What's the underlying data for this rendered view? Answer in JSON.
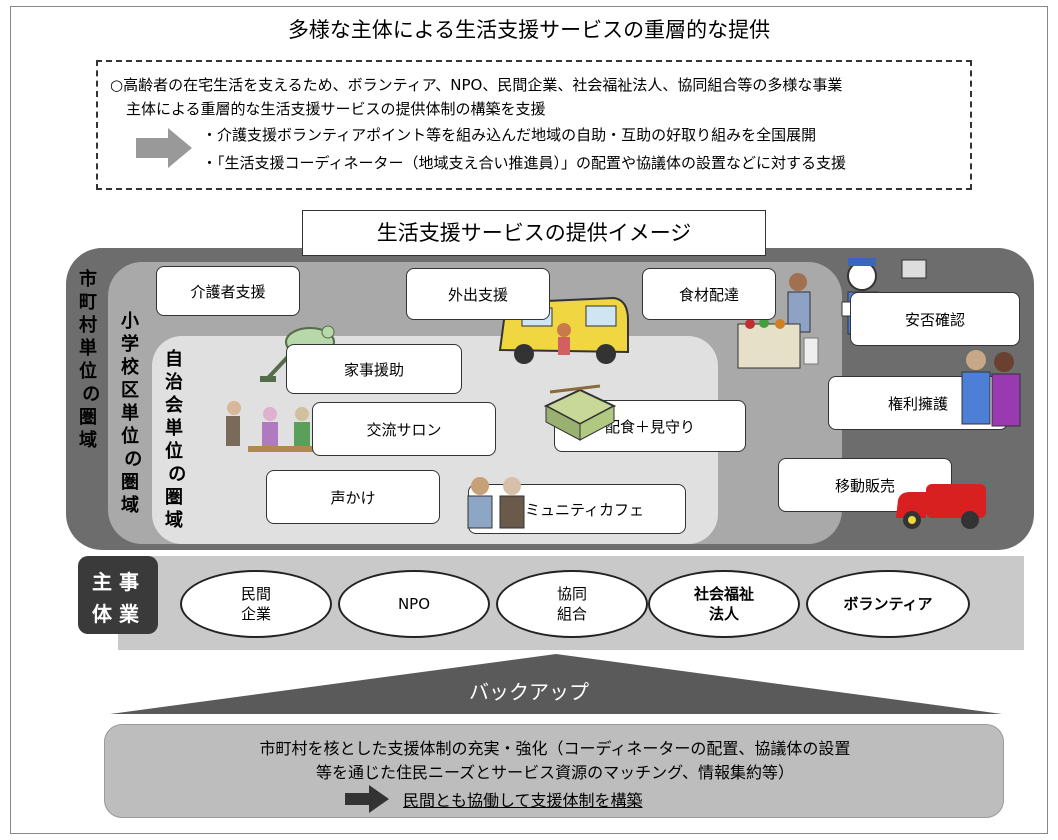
{
  "title": "多様な主体による生活支援サービスの重層的な提供",
  "intro": {
    "line1": "○高齢者の在宅生活を支えるため、ボランティア、NPO、民間企業、社会福祉法人、協同組合等の多様な事業",
    "line2": "主体による重層的な生活支援サービスの提供体制の構築を支援",
    "bullet1": "・介護支援ボランティアポイント等を組み込んだ地域の自助・互助の好取り組みを全国展開",
    "bullet2": "・「生活支援コーディネーター（地域支え合い推進員）」の配置や協議体の設置などに対する支援"
  },
  "image_title": "生活支援サービスの提供イメージ",
  "areas": {
    "city": "市\n町\n村\n単\n位\n の\n圏\n域",
    "school": "小\n学\n校\n区\n単\n位\n の\n圏\n域",
    "association": "自\n治\n会\n単\n位\n の\n圏\n域"
  },
  "services": {
    "caregiver_support": "介護者支援",
    "outing_support": "外出支援",
    "food_delivery": "食材配達",
    "safety_check": "安否確認",
    "housework": "家事援助",
    "exchange_salon": "交流サロン",
    "meal_watch": "配食＋見守り",
    "rights_advocacy": "権利擁護",
    "greeting": "声かけ",
    "community_cafe": "コミュニティカフェ",
    "mobile_sales": "移動販売"
  },
  "entities": {
    "label_top": "主 事",
    "label_bottom": "体 業",
    "items": [
      "民間\n企業",
      "NPO",
      "協同\n組合",
      "社会福祉\n法人",
      "ボランティア"
    ]
  },
  "backup": "バックアップ",
  "bottom": {
    "line1": "市町村を核とした支援体制の充実・強化（コーディネーターの配置、協議体の設置",
    "line2": "等を通じた住民ニーズとサービス資源のマッチング、情報集約等）",
    "line3": "民間とも協働して支援体制を構築"
  },
  "colors": {
    "city_area": "#6d6d6d",
    "school_area": "#a9a9a9",
    "association_area": "#e0e0e0",
    "entity_band": "#c9c9c9",
    "backup_triangle": "#5a5a5a",
    "bottom_box": "#bdbdbd"
  },
  "icons": [
    "block-arrow-icon",
    "person-illustration",
    "van-illustration",
    "truck-illustration",
    "lunchbox-illustration"
  ]
}
